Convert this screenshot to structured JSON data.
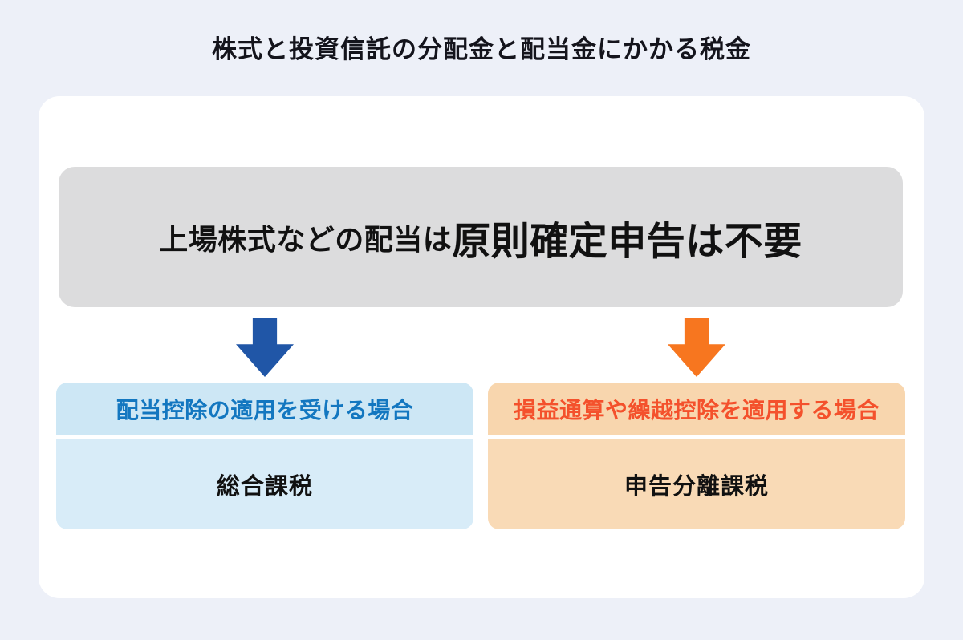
{
  "page": {
    "title": "株式と投資信託の分配金と配当金にかかる税金",
    "background_color": "#edf0f8",
    "card_color": "#ffffff"
  },
  "main_box": {
    "text_normal": "上場株式などの配当は",
    "text_emphasis": "原則確定申告は不要",
    "background_color": "#dcdcdd",
    "text_color": "#111111"
  },
  "branches": [
    {
      "name": "comprehensive-taxation",
      "arrow_icon": "down-arrow",
      "arrow_color": "#2056a7",
      "header": {
        "label": "配当控除の適用を受ける場合",
        "text_color": "#1377c0",
        "background_color": "#cde7f5"
      },
      "body": {
        "label": "総合課税",
        "background_color": "#d8ecf8"
      }
    },
    {
      "name": "separate-taxation",
      "arrow_icon": "down-arrow",
      "arrow_color": "#f7761f",
      "header": {
        "label": "損益通算や繰越控除を適用する場合",
        "text_color": "#f4512c",
        "background_color": "#f8d6ae"
      },
      "body": {
        "label": "申告分離課税",
        "background_color": "#f9dab6"
      }
    }
  ]
}
